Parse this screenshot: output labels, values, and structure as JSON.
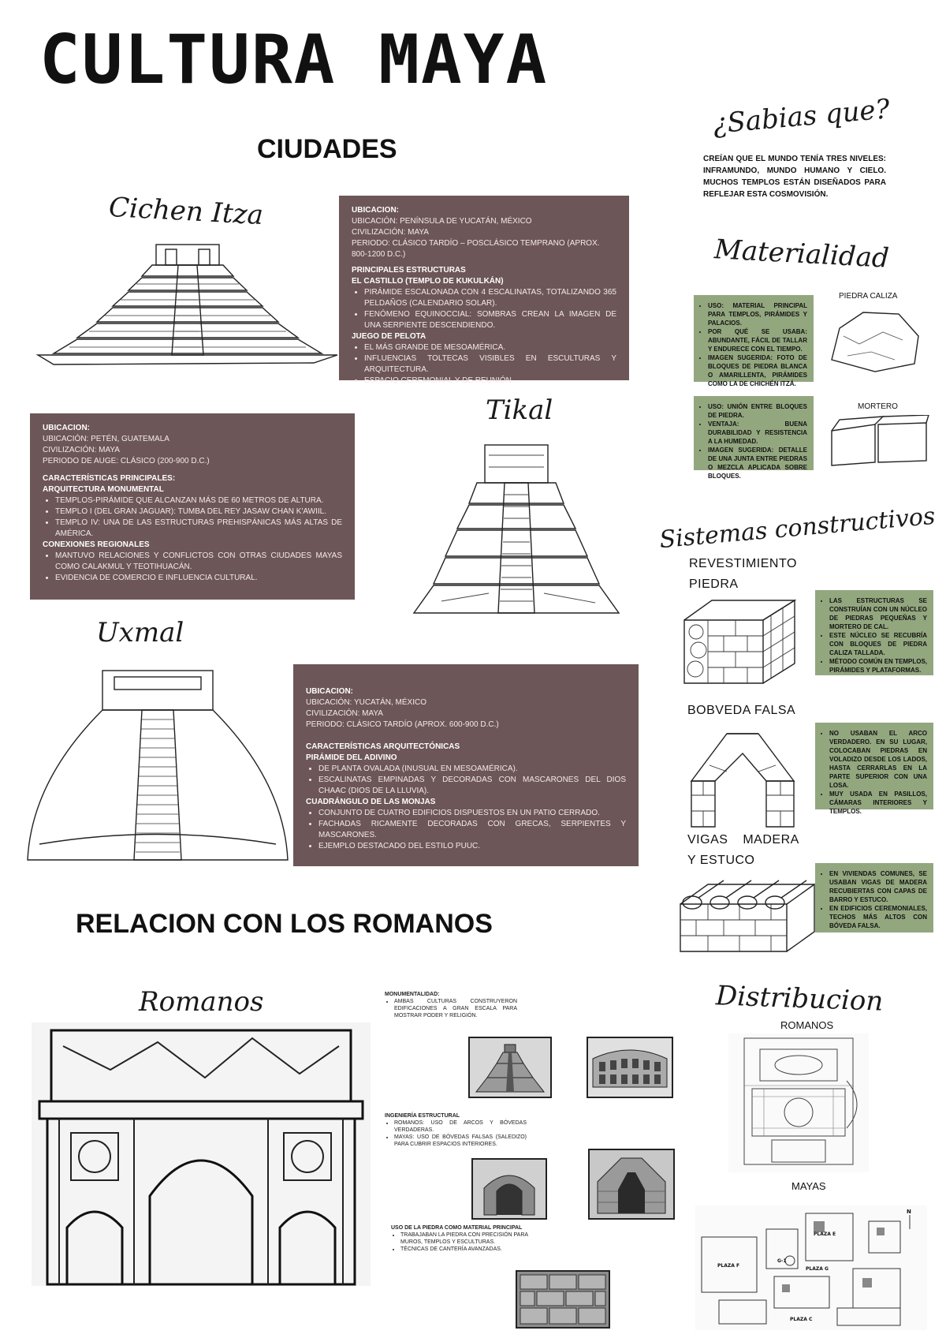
{
  "title": "CULTURA MAYA",
  "sections": {
    "ciudades": "CIUDADES",
    "relacion": "RELACION CON LOS ROMANOS"
  },
  "cities": {
    "chichen": {
      "name": "Cichen Itza",
      "ubicacion_head": "UBICACION:",
      "lines": [
        "UBICACIÓN: PENÍNSULA DE YUCATÁN, MÉXICO",
        "CIVILIZACIÓN: MAYA",
        "PERIODO: CLÁSICO TARDÍO – POSCLÁSICO TEMPRANO (APROX. 800-1200 D.C.)"
      ],
      "estructuras_head": "PRINCIPALES ESTRUCTURAS",
      "castillo_head": "EL CASTILLO (TEMPLO DE KUKULKÁN)",
      "castillo_items": [
        "PIRÁMIDE ESCALONADA CON 4 ESCALINATAS, TOTALIZANDO 365 PELDAÑOS (CALENDARIO SOLAR).",
        "FENÓMENO EQUINOCCIAL: SOMBRAS CREAN LA IMAGEN DE UNA SERPIENTE DESCENDIENDO."
      ],
      "pelota_head": "JUEGO DE PELOTA",
      "pelota_items": [
        "EL MÁS GRANDE DE MESOAMÉRICA.",
        "INFLUENCIAS TOLTECAS VISIBLES EN ESCULTURAS Y ARQUITECTURA.",
        "ESPACIO CEREMONIAL Y DE REUNIÓN."
      ]
    },
    "tikal": {
      "name": "Tikal",
      "ubicacion_head": "UBICACION:",
      "lines": [
        "UBICACIÓN: PETÉN, GUATEMALA",
        "CIVILIZACIÓN: MAYA",
        "PERIODO DE AUGE: CLÁSICO (200-900 D.C.)"
      ],
      "caract_head": "CARACTERÍSTICAS PRINCIPALES:",
      "arq_head": "ARQUITECTURA MONUMENTAL",
      "arq_items": [
        "TEMPLOS-PIRÁMIDE QUE ALCANZAN MÁS DE 60 METROS DE ALTURA.",
        "TEMPLO I (DEL GRAN JAGUAR): TUMBA DEL REY JASAW CHAN K'AWIIL.",
        "TEMPLO IV: UNA DE LAS ESTRUCTURAS PREHISPÁNICAS MÁS ALTAS DE AMÉRICA."
      ],
      "conex_head": "CONEXIONES REGIONALES",
      "conex_items": [
        "MANTUVO RELACIONES Y CONFLICTOS CON OTRAS CIUDADES MAYAS COMO CALAKMUL Y TEOTIHUACÁN.",
        "EVIDENCIA DE COMERCIO E INFLUENCIA CULTURAL."
      ]
    },
    "uxmal": {
      "name": "Uxmal",
      "ubicacion_head": "UBICACION:",
      "lines": [
        "UBICACIÓN: YUCATÁN, MÉXICO",
        "CIVILIZACIÓN: MAYA",
        "PERIODO: CLÁSICO TARDÍO (APROX. 600-900 D.C.)"
      ],
      "caract_head": "CARACTERÍSTICAS ARQUITECTÓNICAS",
      "adivino_head": "PIRÁMIDE DEL ADIVINO",
      "adivino_items": [
        "DE PLANTA OVALADA (INUSUAL EN MESOAMÉRICA).",
        "ESCALINATAS EMPINADAS Y DECORADAS CON MASCARONES DEL DIOS CHAAC (DIOS DE LA LLUVIA)."
      ],
      "monjas_head": "CUADRÁNGULO DE LAS MONJAS",
      "monjas_items": [
        "CONJUNTO DE CUATRO EDIFICIOS DISPUESTOS EN UN PATIO CERRADO.",
        "FACHADAS RICAMENTE DECORADAS CON GRECAS, SERPIENTES Y MASCARONES.",
        "EJEMPLO DESTACADO DEL ESTILO PUUC."
      ]
    }
  },
  "sabias": {
    "title": "¿Sabias que?",
    "text": "CREÍAN QUE EL MUNDO TENÍA TRES NIVELES: INFRAMUNDO, MUNDO HUMANO Y CIELO. MUCHOS TEMPLOS ESTÁN DISEÑADOS PARA REFLEJAR ESTA COSMOVISIÓN."
  },
  "materialidad": {
    "title": "Materialidad",
    "piedra_label": "PIEDRA CALIZA",
    "piedra_items": [
      "USO: MATERIAL PRINCIPAL PARA TEMPLOS, PIRÁMIDES Y PALACIOS.",
      "POR QUÉ SE USABA: ABUNDANTE, FÁCIL DE TALLAR Y ENDURECE CON EL TIEMPO.",
      "IMAGEN SUGERIDA: FOTO DE BLOQUES DE PIEDRA BLANCA O AMARILLENTA, PIRÁMIDES COMO LA DE CHICHÉN ITZÁ."
    ],
    "mortero_label": "MORTERO",
    "mortero_items": [
      "USO: UNIÓN ENTRE BLOQUES DE PIEDRA.",
      "VENTAJA: BUENA DURABILIDAD Y RESISTENCIA A LA HUMEDAD.",
      "IMAGEN SUGERIDA: DETALLE DE UNA JUNTA ENTRE PIEDRAS O MEZCLA APLICADA SOBRE BLOQUES."
    ]
  },
  "sistemas": {
    "title": "Sistemas constructivos",
    "revest_label_1": "REVESTIMIENTO",
    "revest_label_2": "PIEDRA",
    "revest_items": [
      "LAS ESTRUCTURAS SE CONSTRUÍAN CON UN NÚCLEO DE PIEDRAS PEQUEÑAS Y MORTERO DE CAL.",
      "ESTE NÚCLEO SE RECUBRÍA CON BLOQUES DE PIEDRA CALIZA TALLADA.",
      "MÉTODO COMÚN EN TEMPLOS, PIRÁMIDES Y PLATAFORMAS."
    ],
    "bobveda_label": "BOBVEDA FALSA",
    "bobveda_items": [
      "NO USABAN EL ARCO VERDADERO. EN SU LUGAR, COLOCABAN PIEDRAS EN VOLADIZO DESDE LOS LADOS, HASTA CERRARLAS EN LA PARTE SUPERIOR CON UNA LOSA.",
      "MUY USADA EN PASILLOS, CÁMARAS INTERIORES Y TEMPLOS."
    ],
    "vigas_label_1": "VIGAS MADERA",
    "vigas_label_2": "Y ESTUCO",
    "vigas_items": [
      "EN VIVIENDAS COMUNES, SE USABAN VIGAS DE MADERA RECUBIERTAS CON CAPAS DE BARRO Y ESTUCO.",
      "EN EDIFICIOS CEREMONIALES, TECHOS MÁS ALTOS CON BÓVEDA FALSA."
    ]
  },
  "romanos": {
    "title": "Romanos",
    "monumentalidad_head": "MONUMENTALIDAD:",
    "monumentalidad_items": [
      "AMBAS CULTURAS CONSTRUYERON EDIFICACIONES A GRAN ESCALA PARA MOSTRAR PODER Y RELIGIÓN."
    ],
    "ingenieria_head": "INGENIERÍA ESTRUCTURAL",
    "ingenieria_items": [
      "ROMANOS: USO DE ARCOS Y BÓVEDAS VERDADERAS.",
      "MAYAS: USO DE BÓVEDAS FALSAS (SALEDIZO) PARA CUBRIR ESPACIOS INTERIORES."
    ],
    "piedra_head": "USO DE LA PIEDRA COMO MATERIAL PRINCIPAL",
    "piedra_items": [
      "TRABAJABAN LA PIEDRA CON PRECISIÓN PARA MUROS, TEMPLOS Y ESCULTURAS.",
      "TÉCNICAS DE CANTERÍA AVANZADAS."
    ]
  },
  "distribucion": {
    "title": "Distribucion",
    "romanos_label": "ROMANOS",
    "mayas_label": "MAYAS",
    "plan_labels": [
      "PLAZA F",
      "PLAZA G",
      "PLAZA E",
      "G-1",
      "PLAZA C",
      "N"
    ]
  }
}
